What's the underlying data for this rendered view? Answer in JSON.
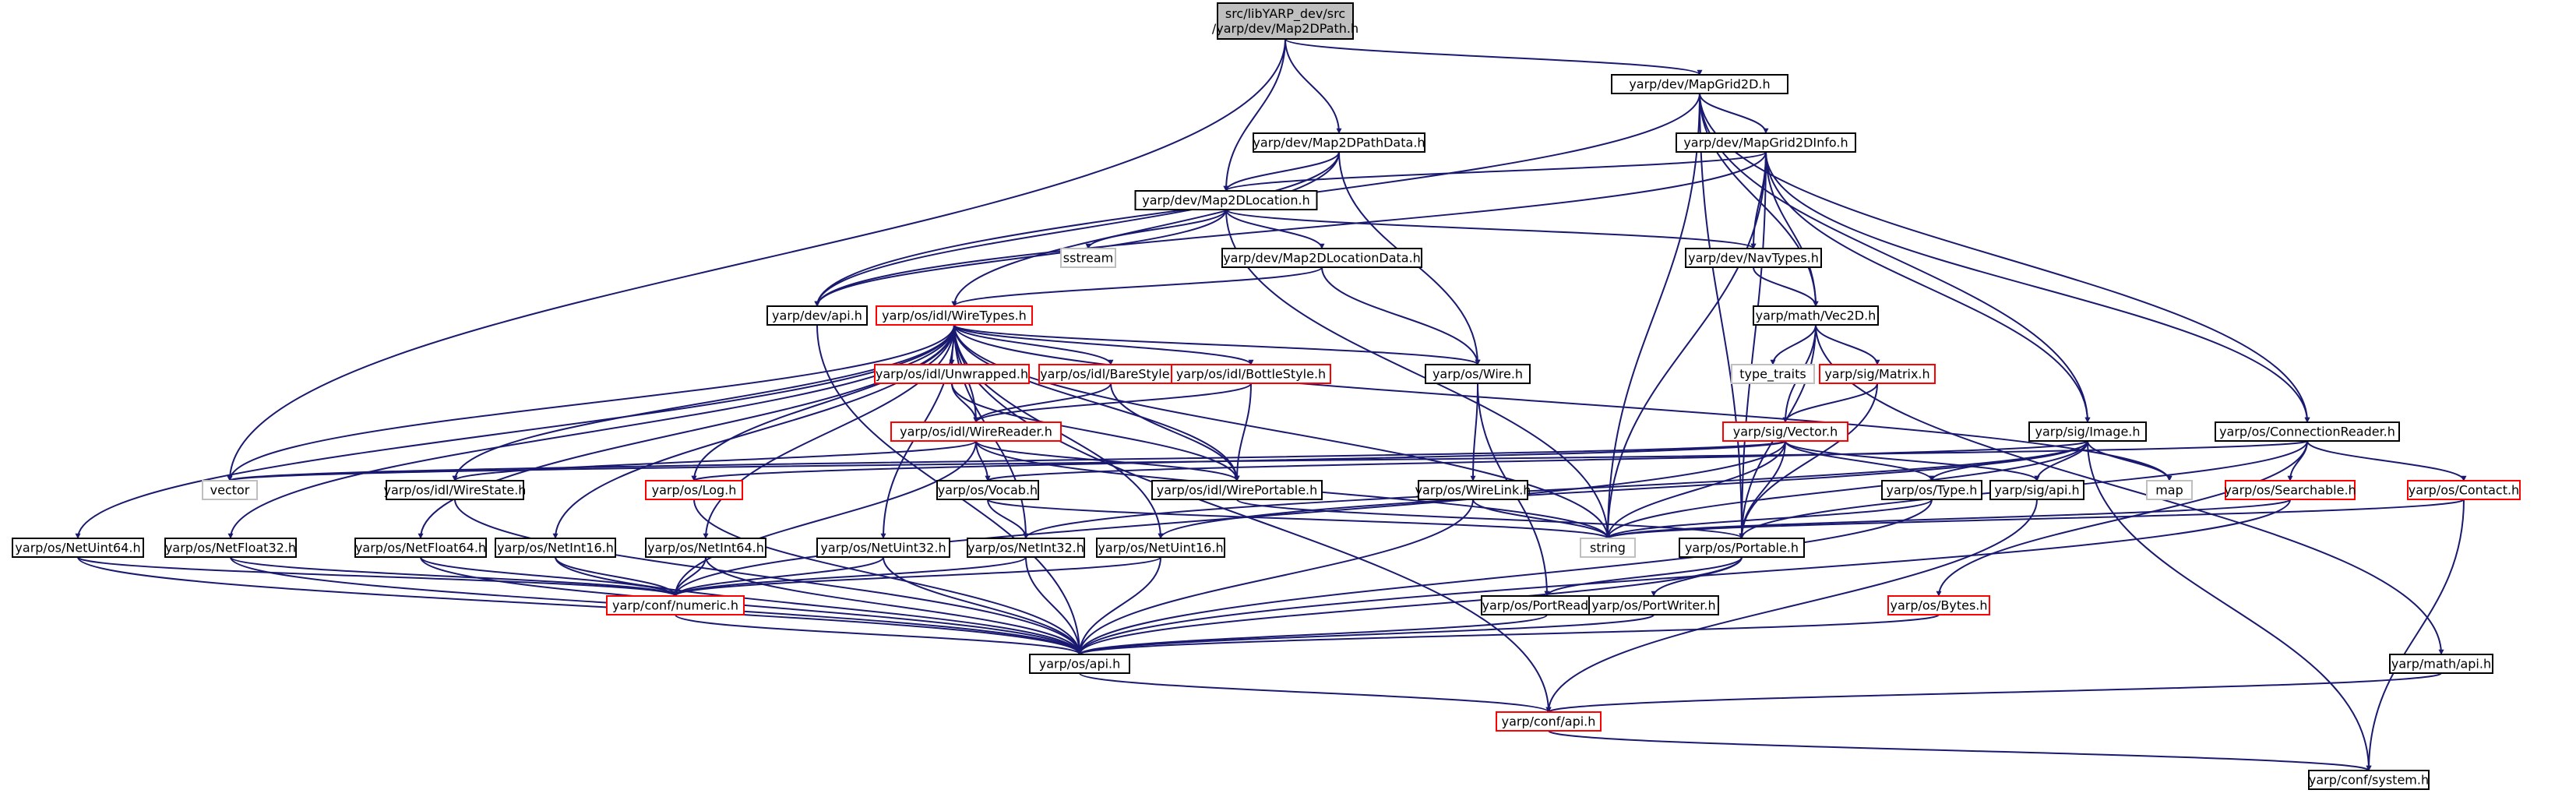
{
  "colors": {
    "edge": "#191970",
    "root_fill": "#bfbfbf",
    "node_border": "#000000",
    "incomplete_border": "#ff0000",
    "external_border": "#bfbfbf",
    "text": "#000000"
  },
  "nodes": [
    {
      "id": "root",
      "label": [
        "src/libYARP_dev/src",
        "/yarp/dev/Map2DPath.h"
      ],
      "kind": "root"
    },
    {
      "id": "mapgrid2d",
      "label": [
        "yarp/dev/MapGrid2D.h"
      ],
      "kind": "normal"
    },
    {
      "id": "map2dpathdata",
      "label": [
        "yarp/dev/Map2DPathData.h"
      ],
      "kind": "normal"
    },
    {
      "id": "mapgrid2dinfo",
      "label": [
        "yarp/dev/MapGrid2DInfo.h"
      ],
      "kind": "normal"
    },
    {
      "id": "map2dlocation",
      "label": [
        "yarp/dev/Map2DLocation.h"
      ],
      "kind": "normal"
    },
    {
      "id": "sstream",
      "label": [
        "sstream"
      ],
      "kind": "external"
    },
    {
      "id": "map2dlocationdata",
      "label": [
        "yarp/dev/Map2DLocationData.h"
      ],
      "kind": "normal"
    },
    {
      "id": "navtypes",
      "label": [
        "yarp/dev/NavTypes.h"
      ],
      "kind": "normal"
    },
    {
      "id": "devapi",
      "label": [
        "yarp/dev/api.h"
      ],
      "kind": "normal"
    },
    {
      "id": "wiretypes",
      "label": [
        "yarp/os/idl/WireTypes.h"
      ],
      "kind": "incomplete"
    },
    {
      "id": "vec2d",
      "label": [
        "yarp/math/Vec2D.h"
      ],
      "kind": "normal"
    },
    {
      "id": "unwrapped",
      "label": [
        "yarp/os/idl/Unwrapped.h"
      ],
      "kind": "incomplete"
    },
    {
      "id": "barestyle",
      "label": [
        "yarp/os/idl/BareStyle.h"
      ],
      "kind": "incomplete"
    },
    {
      "id": "bottlestyle",
      "label": [
        "yarp/os/idl/BottleStyle.h"
      ],
      "kind": "incomplete"
    },
    {
      "id": "oswire",
      "label": [
        "yarp/os/Wire.h"
      ],
      "kind": "normal"
    },
    {
      "id": "typetraits",
      "label": [
        "type_traits"
      ],
      "kind": "external"
    },
    {
      "id": "matrix",
      "label": [
        "yarp/sig/Matrix.h"
      ],
      "kind": "incomplete"
    },
    {
      "id": "wirereader",
      "label": [
        "yarp/os/idl/WireReader.h"
      ],
      "kind": "incomplete"
    },
    {
      "id": "sigvector",
      "label": [
        "yarp/sig/Vector.h"
      ],
      "kind": "incomplete"
    },
    {
      "id": "sigimage",
      "label": [
        "yarp/sig/Image.h"
      ],
      "kind": "normal"
    },
    {
      "id": "connreader",
      "label": [
        "yarp/os/ConnectionReader.h"
      ],
      "kind": "normal"
    },
    {
      "id": "vector",
      "label": [
        "vector"
      ],
      "kind": "external"
    },
    {
      "id": "wirestate",
      "label": [
        "yarp/os/idl/WireState.h"
      ],
      "kind": "normal"
    },
    {
      "id": "oslog",
      "label": [
        "yarp/os/Log.h"
      ],
      "kind": "incomplete"
    },
    {
      "id": "vocab",
      "label": [
        "yarp/os/Vocab.h"
      ],
      "kind": "normal"
    },
    {
      "id": "wireportable",
      "label": [
        "yarp/os/idl/WirePortable.h"
      ],
      "kind": "normal"
    },
    {
      "id": "wirelink",
      "label": [
        "yarp/os/WireLink.h"
      ],
      "kind": "normal"
    },
    {
      "id": "ostype",
      "label": [
        "yarp/os/Type.h"
      ],
      "kind": "normal"
    },
    {
      "id": "sigapi",
      "label": [
        "yarp/sig/api.h"
      ],
      "kind": "normal"
    },
    {
      "id": "map",
      "label": [
        "map"
      ],
      "kind": "external"
    },
    {
      "id": "searchable",
      "label": [
        "yarp/os/Searchable.h"
      ],
      "kind": "incomplete"
    },
    {
      "id": "contact",
      "label": [
        "yarp/os/Contact.h"
      ],
      "kind": "incomplete"
    },
    {
      "id": "string",
      "label": [
        "string"
      ],
      "kind": "external"
    },
    {
      "id": "netuint64",
      "label": [
        "yarp/os/NetUint64.h"
      ],
      "kind": "normal"
    },
    {
      "id": "netfloat32",
      "label": [
        "yarp/os/NetFloat32.h"
      ],
      "kind": "normal"
    },
    {
      "id": "netfloat64",
      "label": [
        "yarp/os/NetFloat64.h"
      ],
      "kind": "normal"
    },
    {
      "id": "netint16",
      "label": [
        "yarp/os/NetInt16.h"
      ],
      "kind": "normal"
    },
    {
      "id": "netint64",
      "label": [
        "yarp/os/NetInt64.h"
      ],
      "kind": "normal"
    },
    {
      "id": "netuint32",
      "label": [
        "yarp/os/NetUint32.h"
      ],
      "kind": "normal"
    },
    {
      "id": "netint32",
      "label": [
        "yarp/os/NetInt32.h"
      ],
      "kind": "normal"
    },
    {
      "id": "netuint16",
      "label": [
        "yarp/os/NetUint16.h"
      ],
      "kind": "normal"
    },
    {
      "id": "portable",
      "label": [
        "yarp/os/Portable.h"
      ],
      "kind": "normal"
    },
    {
      "id": "numeric",
      "label": [
        "yarp/conf/numeric.h"
      ],
      "kind": "incomplete"
    },
    {
      "id": "portreader",
      "label": [
        "yarp/os/PortReader.h"
      ],
      "kind": "normal"
    },
    {
      "id": "portwriter",
      "label": [
        "yarp/os/PortWriter.h"
      ],
      "kind": "normal"
    },
    {
      "id": "bytes",
      "label": [
        "yarp/os/Bytes.h"
      ],
      "kind": "incomplete"
    },
    {
      "id": "osapi",
      "label": [
        "yarp/os/api.h"
      ],
      "kind": "normal"
    },
    {
      "id": "mathapi",
      "label": [
        "yarp/math/api.h"
      ],
      "kind": "normal"
    },
    {
      "id": "confapi",
      "label": [
        "yarp/conf/api.h"
      ],
      "kind": "incomplete"
    },
    {
      "id": "system",
      "label": [
        "yarp/conf/system.h"
      ],
      "kind": "normal"
    }
  ],
  "edges": [
    [
      "root",
      "mapgrid2d"
    ],
    [
      "root",
      "map2dpathdata"
    ],
    [
      "root",
      "map2dlocation"
    ],
    [
      "root",
      "vector"
    ],
    [
      "mapgrid2d",
      "mapgrid2dinfo"
    ],
    [
      "mapgrid2d",
      "devapi"
    ],
    [
      "mapgrid2d",
      "vec2d"
    ],
    [
      "mapgrid2d",
      "sigimage"
    ],
    [
      "mapgrid2d",
      "connreader"
    ],
    [
      "mapgrid2d",
      "portable"
    ],
    [
      "mapgrid2d",
      "string"
    ],
    [
      "map2dpathdata",
      "map2dlocation"
    ],
    [
      "map2dpathdata",
      "devapi"
    ],
    [
      "map2dpathdata",
      "wiretypes"
    ],
    [
      "map2dpathdata",
      "oswire"
    ],
    [
      "mapgrid2dinfo",
      "map2dlocation"
    ],
    [
      "mapgrid2dinfo",
      "navtypes"
    ],
    [
      "mapgrid2dinfo",
      "vec2d"
    ],
    [
      "mapgrid2dinfo",
      "sigimage"
    ],
    [
      "mapgrid2dinfo",
      "connreader"
    ],
    [
      "mapgrid2dinfo",
      "portable"
    ],
    [
      "mapgrid2dinfo",
      "devapi"
    ],
    [
      "mapgrid2dinfo",
      "string"
    ],
    [
      "map2dlocation",
      "sstream"
    ],
    [
      "map2dlocation",
      "map2dlocationdata"
    ],
    [
      "map2dlocation",
      "navtypes"
    ],
    [
      "map2dlocation",
      "devapi"
    ],
    [
      "map2dlocation",
      "string"
    ],
    [
      "map2dlocationdata",
      "wiretypes"
    ],
    [
      "map2dlocationdata",
      "oswire"
    ],
    [
      "navtypes",
      "vec2d"
    ],
    [
      "devapi",
      "osapi"
    ],
    [
      "vec2d",
      "typetraits"
    ],
    [
      "vec2d",
      "matrix"
    ],
    [
      "vec2d",
      "sigvector"
    ],
    [
      "vec2d",
      "portable"
    ],
    [
      "vec2d",
      "mathapi"
    ],
    [
      "wiretypes",
      "vector"
    ],
    [
      "wiretypes",
      "unwrapped"
    ],
    [
      "wiretypes",
      "barestyle"
    ],
    [
      "wiretypes",
      "bottlestyle"
    ],
    [
      "wiretypes",
      "oswire"
    ],
    [
      "wiretypes",
      "wirereader"
    ],
    [
      "wiretypes",
      "wirestate"
    ],
    [
      "wiretypes",
      "oslog"
    ],
    [
      "wiretypes",
      "wireportable"
    ],
    [
      "wiretypes",
      "netuint64"
    ],
    [
      "wiretypes",
      "netfloat32"
    ],
    [
      "wiretypes",
      "netfloat64"
    ],
    [
      "wiretypes",
      "netint16"
    ],
    [
      "wiretypes",
      "netint64"
    ],
    [
      "wiretypes",
      "netuint32"
    ],
    [
      "wiretypes",
      "netint32"
    ],
    [
      "wiretypes",
      "netuint16"
    ],
    [
      "wiretypes",
      "string"
    ],
    [
      "wiretypes",
      "map"
    ],
    [
      "wiretypes",
      "confapi"
    ],
    [
      "unwrapped",
      "wirereader"
    ],
    [
      "unwrapped",
      "wireportable"
    ],
    [
      "barestyle",
      "wirereader"
    ],
    [
      "barestyle",
      "wireportable"
    ],
    [
      "bottlestyle",
      "wirereader"
    ],
    [
      "bottlestyle",
      "wireportable"
    ],
    [
      "oswire",
      "wirelink"
    ],
    [
      "oswire",
      "portreader"
    ],
    [
      "matrix",
      "sigvector"
    ],
    [
      "matrix",
      "portable"
    ],
    [
      "wirereader",
      "wirestate"
    ],
    [
      "wirereader",
      "wireportable"
    ],
    [
      "wirereader",
      "vocab"
    ],
    [
      "wirereader",
      "numeric"
    ],
    [
      "wirereader",
      "string"
    ],
    [
      "sigvector",
      "vector"
    ],
    [
      "sigvector",
      "string"
    ],
    [
      "sigvector",
      "ostype"
    ],
    [
      "sigvector",
      "sigapi"
    ],
    [
      "sigvector",
      "portable"
    ],
    [
      "sigvector",
      "oslog"
    ],
    [
      "sigvector",
      "numeric"
    ],
    [
      "sigimage",
      "vocab"
    ],
    [
      "sigimage",
      "ostype"
    ],
    [
      "sigimage",
      "sigapi"
    ],
    [
      "sigimage",
      "map"
    ],
    [
      "sigimage",
      "string"
    ],
    [
      "sigimage",
      "system"
    ],
    [
      "sigimage",
      "netint32"
    ],
    [
      "sigimage",
      "netuint16"
    ],
    [
      "connreader",
      "searchable"
    ],
    [
      "connreader",
      "contact"
    ],
    [
      "connreader",
      "portable"
    ],
    [
      "connreader",
      "bytes"
    ],
    [
      "connreader",
      "vector"
    ],
    [
      "wirestate",
      "osapi"
    ],
    [
      "oslog",
      "osapi"
    ],
    [
      "vocab",
      "netint32"
    ],
    [
      "vocab",
      "string"
    ],
    [
      "wireportable",
      "portable"
    ],
    [
      "wirelink",
      "osapi"
    ],
    [
      "wirelink",
      "string"
    ],
    [
      "ostype",
      "string"
    ],
    [
      "ostype",
      "osapi"
    ],
    [
      "sigapi",
      "confapi"
    ],
    [
      "searchable",
      "string"
    ],
    [
      "searchable",
      "osapi"
    ],
    [
      "contact",
      "string"
    ],
    [
      "contact",
      "system"
    ],
    [
      "netuint64",
      "numeric"
    ],
    [
      "netuint64",
      "osapi"
    ],
    [
      "netfloat32",
      "numeric"
    ],
    [
      "netfloat32",
      "osapi"
    ],
    [
      "netfloat64",
      "numeric"
    ],
    [
      "netfloat64",
      "osapi"
    ],
    [
      "netint16",
      "numeric"
    ],
    [
      "netint16",
      "osapi"
    ],
    [
      "netint64",
      "numeric"
    ],
    [
      "netint64",
      "osapi"
    ],
    [
      "netuint32",
      "numeric"
    ],
    [
      "netuint32",
      "osapi"
    ],
    [
      "netint32",
      "numeric"
    ],
    [
      "netint32",
      "osapi"
    ],
    [
      "netuint16",
      "numeric"
    ],
    [
      "netuint16",
      "osapi"
    ],
    [
      "portable",
      "portreader"
    ],
    [
      "portable",
      "portwriter"
    ],
    [
      "portable",
      "osapi"
    ],
    [
      "numeric",
      "osapi"
    ],
    [
      "portreader",
      "osapi"
    ],
    [
      "portwriter",
      "osapi"
    ],
    [
      "bytes",
      "osapi"
    ],
    [
      "osapi",
      "confapi"
    ],
    [
      "mathapi",
      "confapi"
    ],
    [
      "confapi",
      "system"
    ]
  ]
}
